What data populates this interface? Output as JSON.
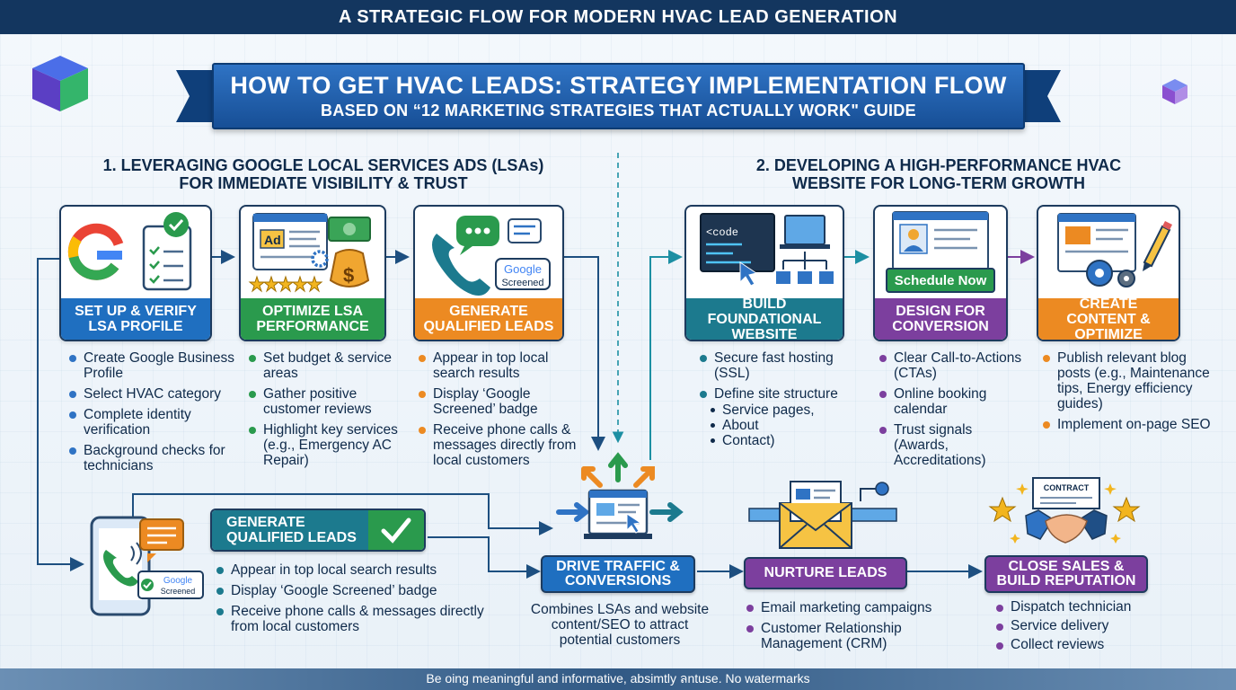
{
  "header": {
    "title": "A STRATEGIC FLOW FOR MODERN HVAC LEAD GENERATION"
  },
  "banner": {
    "title": "HOW TO GET HVAC LEADS: STRATEGY IMPLEMENTATION FLOW",
    "subtitle": "BASED ON “12 MARKETING STRATEGIES THAT ACTUALLY WORK\" GUIDE"
  },
  "section1": {
    "title_line1": "1. LEVERAGING GOOGLE LOCAL SERVICES ADS (LSAs)",
    "title_line2": "FOR IMMEDIATE VISIBILITY & TRUST",
    "steps": [
      {
        "label": "SET UP & VERIFY LSA PROFILE",
        "bullets": [
          "Create Google Business Profile",
          "Select HVAC category",
          "Complete identity verification",
          "Background checks for technicians"
        ]
      },
      {
        "label": "OPTIMIZE LSA PERFORMANCE",
        "ad_text": "Ad",
        "bullets": [
          "Set budget & service areas",
          "Gather positive customer reviews",
          "Highlight key services (e.g., Emergency AC Repair)"
        ]
      },
      {
        "label": "GENERATE QUALIFIED LEADS",
        "badge_line1": "Google",
        "badge_line2": "Screened",
        "bullets": [
          "Appear in top local search results",
          "Display ‘Google Screened’ badge",
          "Receive phone calls & messages directly from local customers"
        ]
      }
    ]
  },
  "section2": {
    "title_line1": "2. DEVELOPING A HIGH-PERFORMANCE HVAC",
    "title_line2": "WEBSITE FOR LONG-TERM GROWTH",
    "steps": [
      {
        "label": "BUILD FOUNDATIONAL WEBSITE",
        "code_text": "<code",
        "bullets": [
          "Secure fast hosting (SSL)",
          "Define site structure"
        ],
        "sub_bullets": [
          "Service pages,",
          "About",
          "Contact)"
        ]
      },
      {
        "label": "DESIGN FOR CONVERSION",
        "cta_text": "Schedule Now",
        "bullets": [
          "Clear Call-to-Actions (CTAs)",
          "Online booking calendar",
          "Trust signals (Awards, Accreditations)"
        ]
      },
      {
        "label": "CREATE CONTENT & OPTIMIZE",
        "bullets": [
          "Publish relevant blog posts (e.g., Maintenance tips, Energy efficiency guides)",
          "Implement on-page SEO"
        ]
      }
    ]
  },
  "lead_box": {
    "label": "GENERATE QUALIFIED LEADS",
    "badge_line1": "Google",
    "badge_line2": "Screened",
    "bullets": [
      "Appear in top local search results",
      "Display ‘Google Screened’ badge",
      "Receive phone calls & messages directly from local customers"
    ]
  },
  "traffic": {
    "label": "DRIVE TRAFFIC & CONVERSIONS",
    "caption": "Combines LSAs and website content/SEO to attract potential customers"
  },
  "nurture": {
    "label": "NURTURE LEADS",
    "bullets": [
      "Email marketing campaigns",
      "Customer Relationship Management (CRM)"
    ]
  },
  "close": {
    "label": "CLOSE SALES & BUILD REPUTATION",
    "contract_text": "CONTRACT",
    "bullets": [
      "Dispatch technician",
      "Service delivery",
      "Collect reviews"
    ]
  },
  "footer": {
    "text": "Be oing meaningful and informative, absimtly ลntuse. No watermarks"
  },
  "colors": {
    "navy": "#13365f",
    "blue": "#1f6fc0",
    "green": "#2a9a4d",
    "orange": "#ec8a22",
    "teal": "#1c7a8e",
    "purple": "#7c3f9e"
  }
}
